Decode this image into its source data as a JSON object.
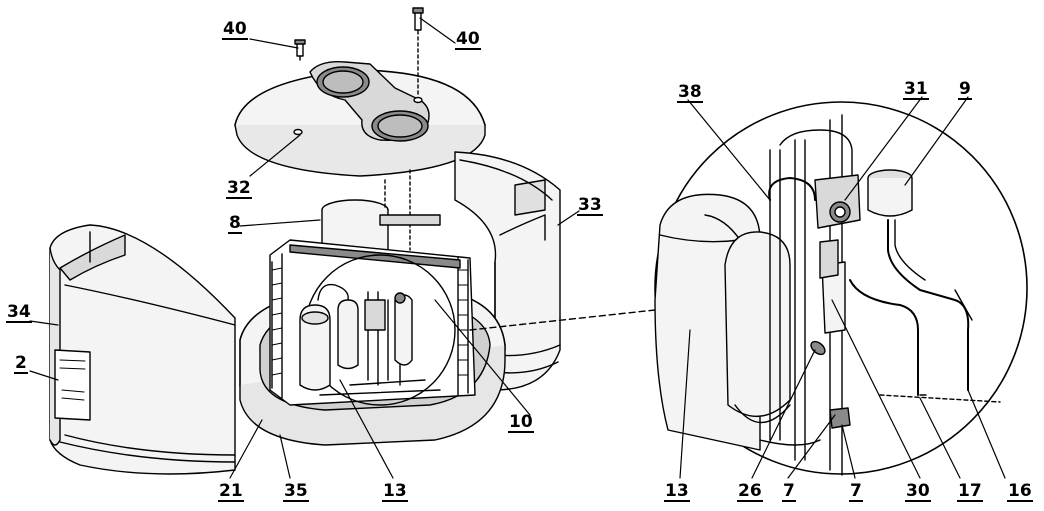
{
  "diagram": {
    "colors": {
      "line": "#000000",
      "background": "#ffffff",
      "fill_light": "#f4f4f4",
      "fill_mid": "#d9d9d9",
      "fill_dark": "#8a8a8a"
    },
    "callouts": {
      "c40_left": "40",
      "c40_right": "40",
      "c32": "32",
      "c8": "8",
      "c33": "33",
      "c34": "34",
      "c2": "2",
      "c10": "10",
      "c21": "21",
      "c35": "35",
      "c13_main": "13",
      "c38": "38",
      "c31": "31",
      "c9": "9",
      "c13_detail": "13",
      "c26": "26",
      "c7_a": "7",
      "c7_b": "7",
      "c30": "30",
      "c17": "17",
      "c16": "16"
    }
  }
}
